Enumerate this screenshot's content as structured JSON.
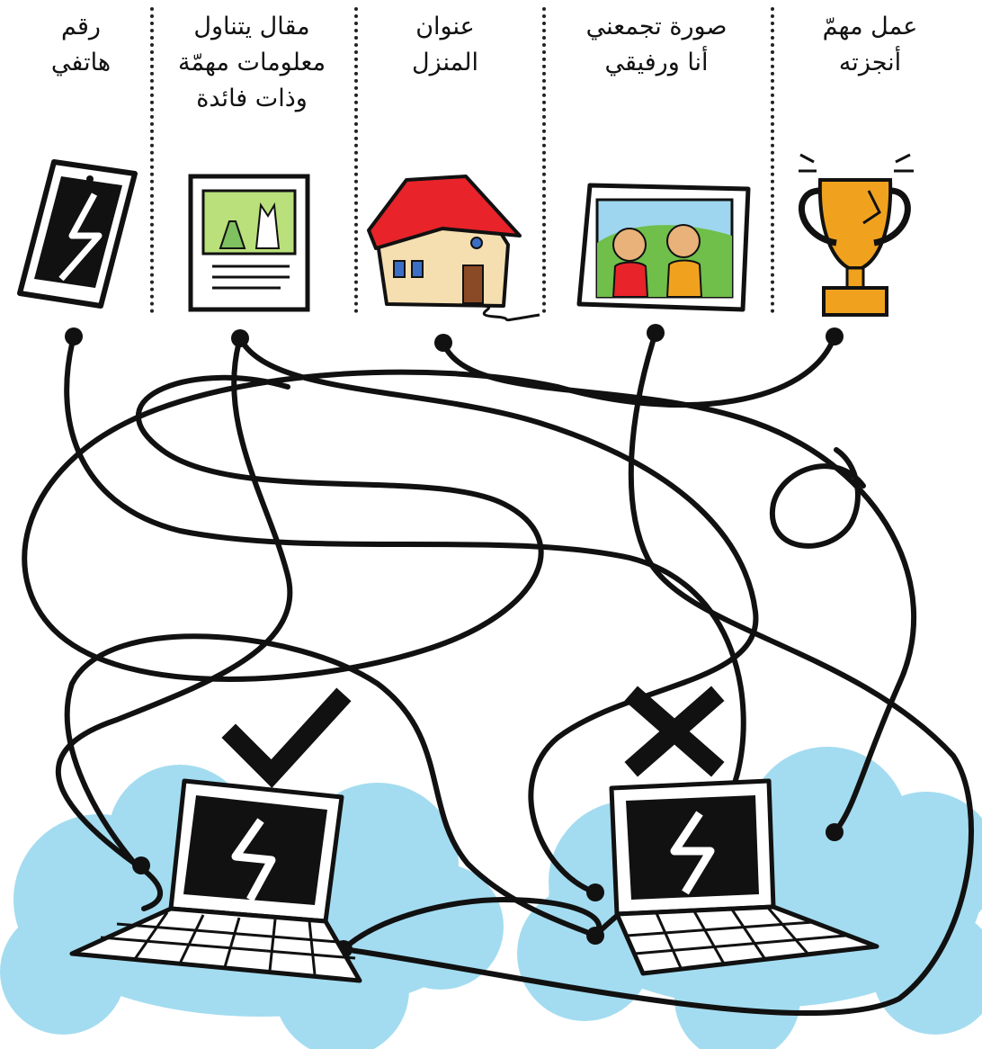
{
  "columns": [
    {
      "id": "trophy",
      "lines": [
        "عمل مهمّ",
        "أنجزته"
      ]
    },
    {
      "id": "photo",
      "lines": [
        "صورة تجمعني",
        "أنا ورفيقي"
      ]
    },
    {
      "id": "house",
      "lines": [
        "عنوان",
        "المنزل"
      ]
    },
    {
      "id": "article",
      "lines": [
        "مقال يتناول",
        "معلومات مهمّة",
        "وذات فائدة"
      ]
    },
    {
      "id": "phone",
      "lines": [
        "رقم",
        "هاتفي"
      ]
    }
  ],
  "colors": {
    "cloud": "#a3dcf0",
    "cable": "#111111",
    "roof": "#e8232a",
    "house_wall": "#f5deb0",
    "trophy": "#f0a21e",
    "photo_sky": "#9fd6ef",
    "photo_hill": "#6fbf4a",
    "article_image": "#b9e07a"
  },
  "icons": [
    "phone-icon",
    "article-icon",
    "house-icon",
    "photo-icon",
    "trophy-icon",
    "checkmark-icon",
    "cross-icon",
    "laptop-icon"
  ]
}
